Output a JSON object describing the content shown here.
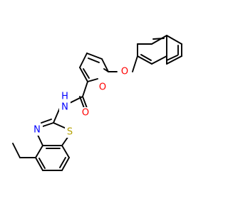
{
  "molecule": {
    "atoms": {
      "oxygen_ether": "O",
      "oxygen_furan": "O",
      "oxygen_carbonyl": "O",
      "nitrogen_amide": "N",
      "hydrogen_amide": "H",
      "nitrogen_thiazole": "N",
      "sulfur_thiazole": "S"
    },
    "colors": {
      "bond": "#000000",
      "oxygen": "#ff0000",
      "nitrogen": "#0000ff",
      "sulfur": "#b3a100",
      "background": "#ffffff"
    }
  }
}
